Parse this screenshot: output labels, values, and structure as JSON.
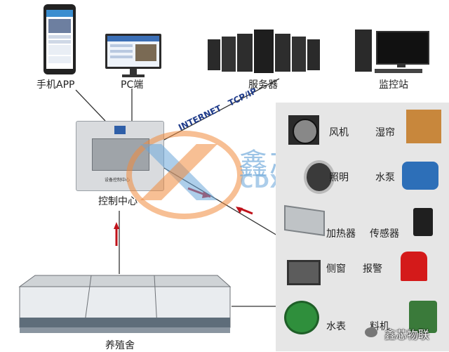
{
  "nodes": {
    "phone": "手机APP",
    "pc": "PC端",
    "server": "服务器",
    "monitor": "监控站",
    "control": "控制中心",
    "farm": "养殖舍"
  },
  "network": {
    "label": "INTERNET   TCP/IP"
  },
  "control_box": {
    "brand_text": "设备控制中心"
  },
  "devices": [
    {
      "label": "风机"
    },
    {
      "label": "湿帘"
    },
    {
      "label": "照明"
    },
    {
      "label": "水泵"
    },
    {
      "label": "加热器"
    },
    {
      "label": "传感器"
    },
    {
      "label": "侧窗"
    },
    {
      "label": "报警"
    },
    {
      "label": "水表"
    },
    {
      "label": "料机"
    }
  ],
  "watermark": {
    "cn": "鑫芯物联",
    "en": "CDXXBZ.COM",
    "corner": "鑫芯物联"
  },
  "colors": {
    "watermark_orange": "#f08a3c",
    "watermark_blue": "#6aa6d9",
    "panel_gray": "#e6e6e6",
    "arrow_red": "#c0121a"
  }
}
